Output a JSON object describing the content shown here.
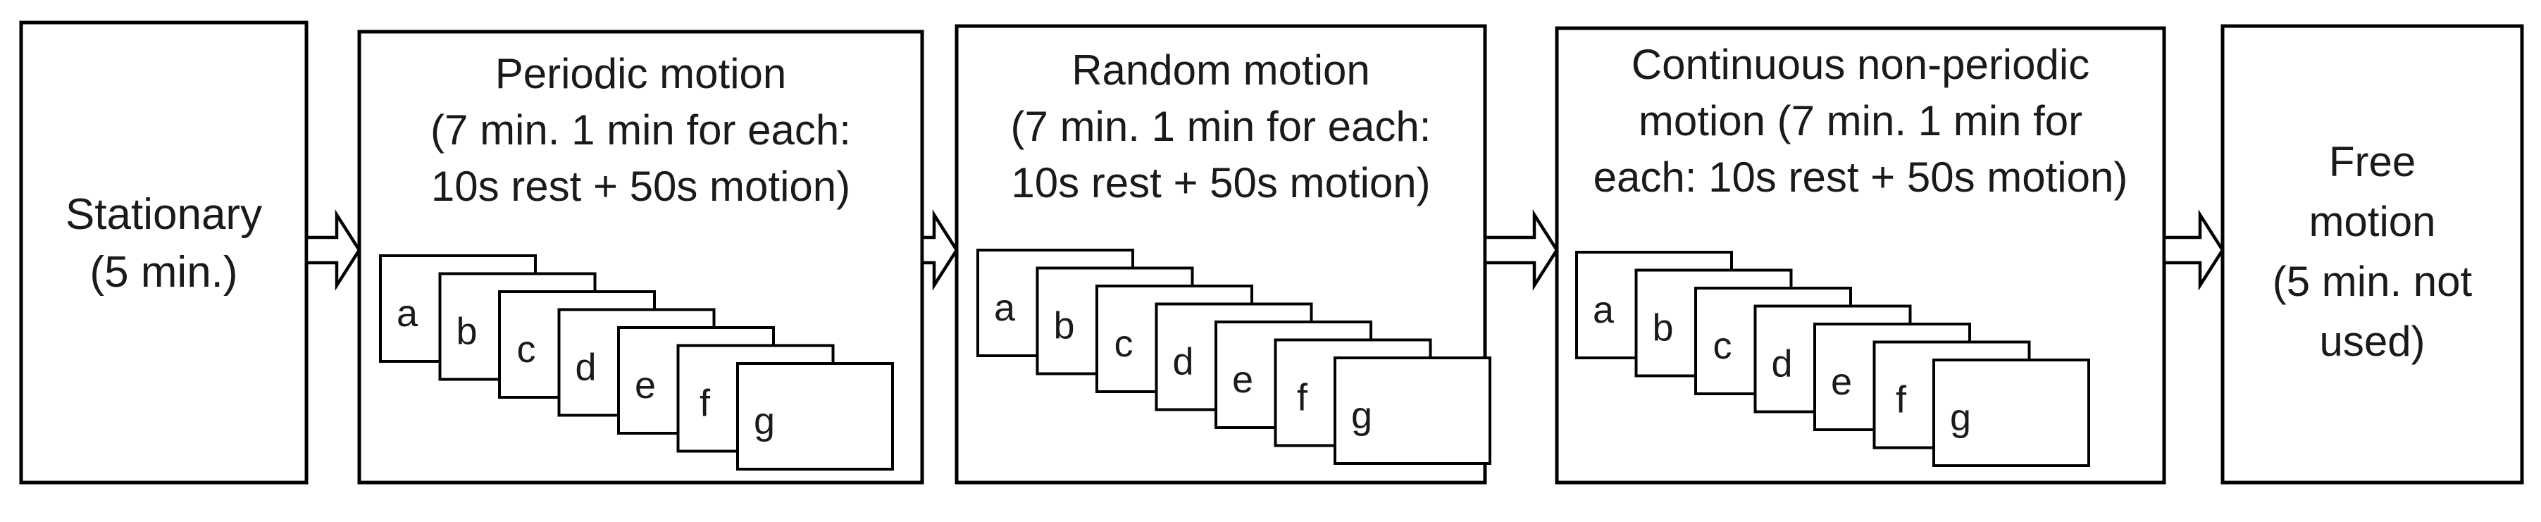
{
  "stages": [
    {
      "id": "stationary",
      "lines": [
        "Stationary",
        "(5 min.)"
      ],
      "cards": []
    },
    {
      "id": "periodic",
      "lines": [
        "Periodic motion",
        "(7 min. 1 min for each:",
        "10s rest + 50s motion)"
      ],
      "cards": [
        "a",
        "b",
        "c",
        "d",
        "e",
        "f",
        "g"
      ]
    },
    {
      "id": "random",
      "lines": [
        "Random motion",
        "(7 min. 1 min for each:",
        "10s rest + 50s motion)"
      ],
      "cards": [
        "a",
        "b",
        "c",
        "d",
        "e",
        "f",
        "g"
      ]
    },
    {
      "id": "continuous",
      "lines": [
        "Continuous non-periodic",
        "motion (7 min. 1 min for",
        "each: 10s rest + 50s motion)"
      ],
      "cards": [
        "a",
        "b",
        "c",
        "d",
        "e",
        "f",
        "g"
      ]
    },
    {
      "id": "free",
      "lines": [
        "Free",
        "motion",
        "(5 min. not",
        "used)"
      ],
      "cards": []
    }
  ]
}
